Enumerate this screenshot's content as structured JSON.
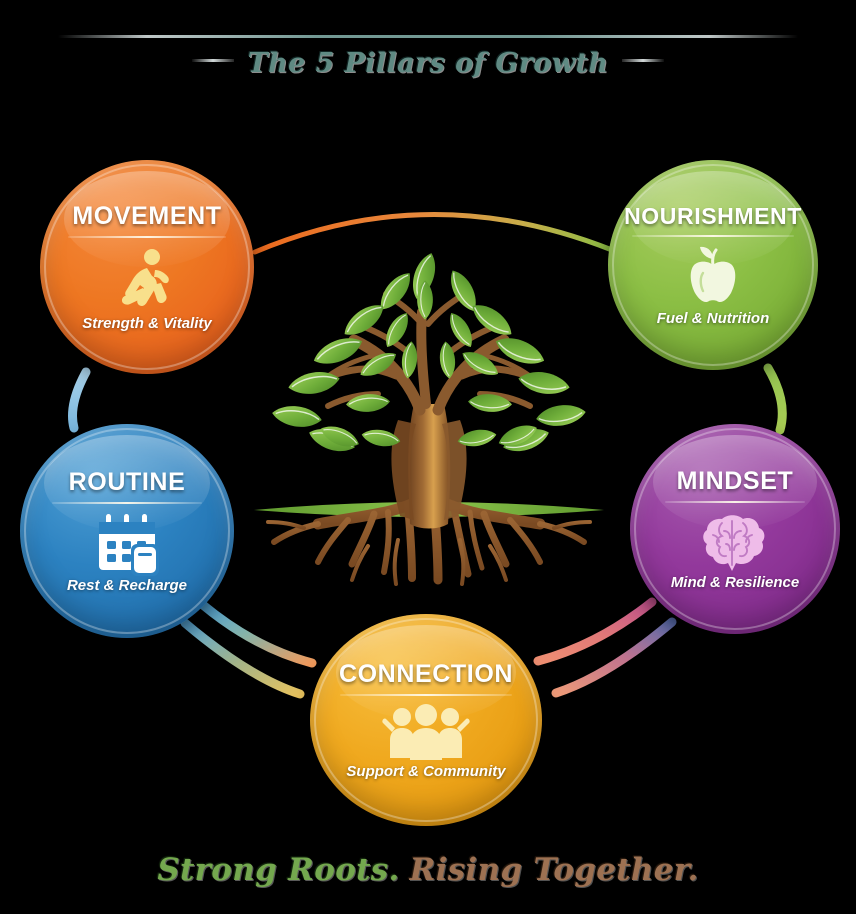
{
  "header": {
    "title": "The 5 Pillars of Growth",
    "dash_left": "—",
    "dash_right": "—",
    "rule_color": "#78a09b",
    "title_color": "#5f8a83"
  },
  "pillars": [
    {
      "id": "movement",
      "title": "MOVEMENT",
      "subtitle": "Strength & Vitality",
      "icon": "running-person-icon",
      "color": "#ee7722",
      "icon_color": "#f8e08c"
    },
    {
      "id": "nourishment",
      "title": "NOURISHMENT",
      "subtitle": "Fuel & Nutrition",
      "icon": "apple-icon",
      "color": "#8cbf45",
      "icon_color": "#f2f7e0"
    },
    {
      "id": "routine",
      "title": "ROUTINE",
      "subtitle": "Rest & Recharge",
      "icon": "calendar-icon",
      "color": "#2c82c1",
      "icon_color": "#ffffff"
    },
    {
      "id": "mindset",
      "title": "MINDSET",
      "subtitle": "Mind & Resilience",
      "icon": "brain-icon",
      "color": "#93399c",
      "icon_color": "#efbce9"
    },
    {
      "id": "connection",
      "title": "CONNECTION",
      "subtitle": "Support & Community",
      "icon": "people-group-icon",
      "color": "#f0a91f",
      "icon_color": "#fbecb4"
    }
  ],
  "center": {
    "graphic": "tree-with-roots-icon",
    "trunk_color": "#8a5a2e",
    "leaf_color": "#6fae3a",
    "ground_color": "#7cb342",
    "root_color": "#9a6433"
  },
  "connectors": [
    {
      "from": "movement",
      "to": "nourishment",
      "color_start": "#ee7722",
      "color_end": "#8cbf45"
    },
    {
      "from": "movement",
      "to": "routine",
      "color_start": "#9cc8e6",
      "color_end": "#7fb9de"
    },
    {
      "from": "nourishment",
      "to": "mindset",
      "color_start": "#8cbf45",
      "color_end": "#a6c94f"
    },
    {
      "from": "routine",
      "to": "connection",
      "color_start": "#4fa3d8",
      "color_end": "#f0a91f"
    },
    {
      "from": "mindset",
      "to": "connection",
      "color_start": "#c85f8e",
      "color_end": "#ef8f72"
    }
  ],
  "tagline": {
    "part_green": "Strong Roots.",
    "part_brown": "Rising Together.",
    "green": "#74a84e",
    "brown": "#9d7152"
  }
}
